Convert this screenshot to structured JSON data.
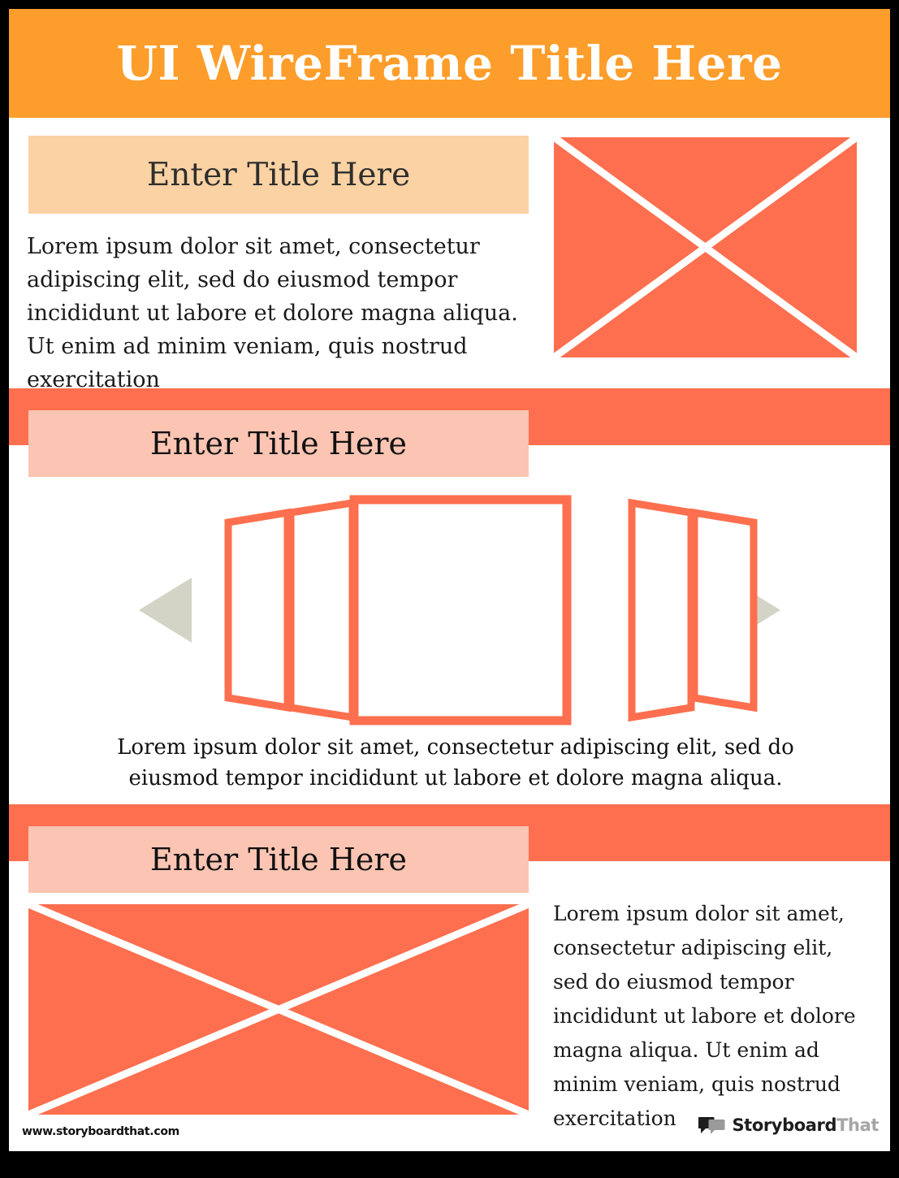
{
  "header": {
    "title": "UI WireFrame Title Here"
  },
  "sections": [
    {
      "title": "Enter Title Here",
      "body": "Lorem ipsum dolor sit amet, consectetur adipiscing elit, sed do eiusmod tempor incididunt ut labore et dolore magna aliqua. Ut enim ad minim veniam, quis nostrud exercitation",
      "image_placeholder": "image-placeholder"
    },
    {
      "title": "Enter Title Here",
      "caption": "Lorem ipsum dolor sit amet, consectetur adipiscing elit, sed do eiusmod tempor incididunt ut labore et dolore magna aliqua.",
      "carousel": {
        "prev_arrow": "left-arrow-icon",
        "next_arrow": "right-arrow-icon",
        "panel_count": 5
      }
    },
    {
      "title": "Enter Title Here",
      "body": "Lorem ipsum dolor sit amet, consectetur adipiscing elit, sed do eiusmod tempor incididunt ut labore et dolore magna aliqua. Ut enim ad minim veniam, quis nostrud exercitation",
      "image_placeholder": "image-placeholder"
    }
  ],
  "footer": {
    "url": "www.storyboardthat.com",
    "brand_primary": "Storyboard",
    "brand_secondary": "That",
    "logo": "speech-bubbles-icon"
  },
  "colors": {
    "header_orange": "#fd9d2b",
    "coral": "#fd6f4e",
    "title_peach": "#fbd2a3",
    "title_pink": "#fcc4b2",
    "arrow_grey": "#d4d4c6",
    "page_border": "#000000"
  }
}
